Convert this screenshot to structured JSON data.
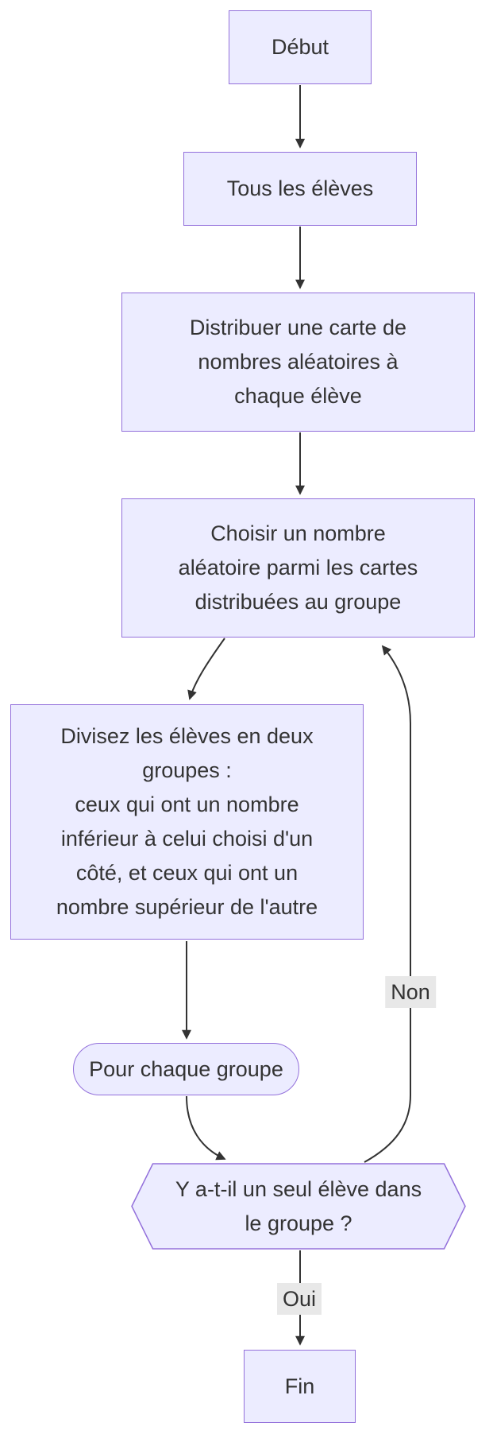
{
  "diagram": {
    "type": "flowchart",
    "direction": "top-down",
    "colors": {
      "node_fill": "#ECECFF",
      "node_border": "#9370DB",
      "edge_color": "#333333",
      "text_color": "#333333",
      "edge_label_bg": "#e8e8e8",
      "background": "#ffffff"
    },
    "nodes": [
      {
        "id": "debut",
        "shape": "rect",
        "label": "Début"
      },
      {
        "id": "tous",
        "shape": "rect",
        "label": "Tous les élèves"
      },
      {
        "id": "distrib",
        "shape": "rect",
        "label": "Distribuer une carte de\nnombres aléatoires à\nchaque élève"
      },
      {
        "id": "choisir",
        "shape": "rect",
        "label": "Choisir un nombre\naléatoire parmi les cartes\ndistribuées au groupe"
      },
      {
        "id": "divisez",
        "shape": "rect",
        "label": "Divisez les élèves en deux\ngroupes :\nceux qui ont un nombre\ninférieur à celui choisi d'un\ncôté, et ceux qui ont un\nnombre supérieur de l'autre"
      },
      {
        "id": "pour",
        "shape": "stadium",
        "label": "Pour chaque groupe"
      },
      {
        "id": "decision",
        "shape": "hexagon",
        "label": "Y a-t-il un seul élève dans\nle groupe ?"
      },
      {
        "id": "fin",
        "shape": "rect",
        "label": "Fin"
      }
    ],
    "edges": [
      {
        "from": "debut",
        "to": "tous",
        "label": ""
      },
      {
        "from": "tous",
        "to": "distrib",
        "label": ""
      },
      {
        "from": "distrib",
        "to": "choisir",
        "label": ""
      },
      {
        "from": "choisir",
        "to": "divisez",
        "label": ""
      },
      {
        "from": "divisez",
        "to": "pour",
        "label": ""
      },
      {
        "from": "pour",
        "to": "decision",
        "label": ""
      },
      {
        "from": "decision",
        "to": "choisir",
        "label": "Non"
      },
      {
        "from": "decision",
        "to": "fin",
        "label": "Oui"
      }
    ]
  }
}
